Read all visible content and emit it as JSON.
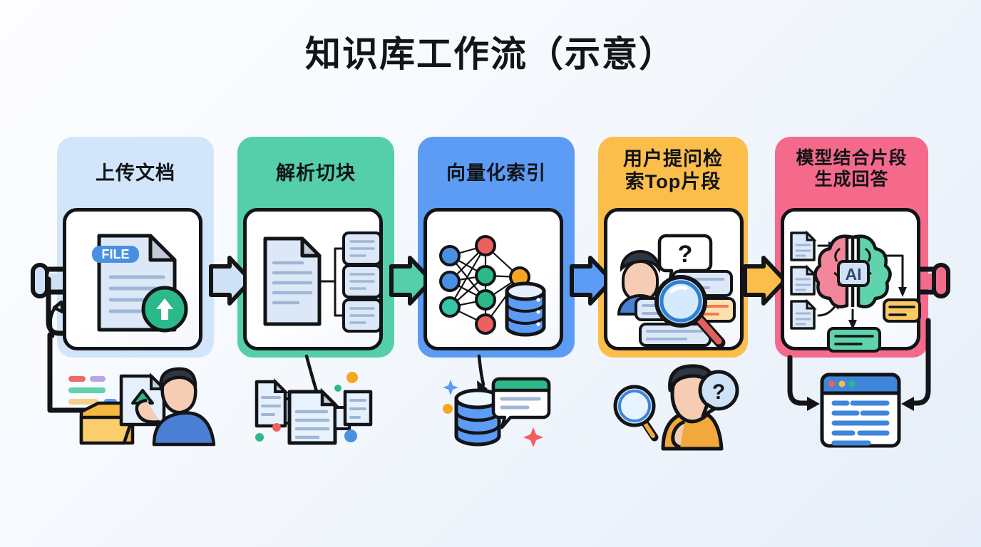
{
  "page": {
    "title": "知识库工作流（示意）",
    "background_from": "#fdfdff",
    "background_to": "#e6eef9"
  },
  "flow": {
    "left_cap_color": "#cfe1f7",
    "right_cap_color": "#f26b8a",
    "stages": [
      {
        "id": "upload",
        "label": "上传文档",
        "label_lines": [
          "上传文档"
        ],
        "band_color": "#d3e5fa",
        "accent": "#4a90e2",
        "icon_name": "file-upload-icon",
        "file_badge": "FILE",
        "caption_icon": "person-uploading-folder-icon"
      },
      {
        "id": "parse",
        "label": "解析切块",
        "label_lines": [
          "解析切块"
        ],
        "band_color": "#55ceaa",
        "accent": "#2bb98a",
        "icon_name": "document-split-chunks-icon",
        "caption_icon": "document-fragments-icon"
      },
      {
        "id": "index",
        "label": "向量化索引",
        "label_lines": [
          "向量化索引"
        ],
        "band_color": "#5d9cf5",
        "accent": "#3b7fe0",
        "icon_name": "neural-network-database-icon",
        "caption_icon": "database-answer-card-icon"
      },
      {
        "id": "retrieve",
        "label": "用户提问检索Top片段",
        "label_lines": [
          "用户提问检",
          "索Top片段"
        ],
        "band_color": "#fbbe4b",
        "accent": "#f0a429",
        "icon_name": "user-question-search-icon",
        "caption_icon": "thinking-person-magnifier-icon"
      },
      {
        "id": "generate",
        "label": "模型结合片段生成回答",
        "label_lines": [
          "模型结合片段",
          "生成回答"
        ],
        "band_color": "#f56a8b",
        "accent": "#e8567a",
        "icon_name": "ai-brain-answer-icon",
        "badge": "AI",
        "caption_icon": "browser-answer-window-icon"
      }
    ],
    "connectors": [
      {
        "name": "arrow-upload-to-parse",
        "color": "#cfe1f7"
      },
      {
        "name": "arrow-parse-to-index",
        "color": "#55ceaa"
      },
      {
        "name": "arrow-index-to-retrieve",
        "color": "#5d9cf5"
      },
      {
        "name": "arrow-retrieve-to-generate",
        "color": "#fbbe4b"
      }
    ]
  },
  "palette": {
    "ink": "#121417",
    "doc_fill": "#dce8f7",
    "doc_line": "#9fb7d4",
    "blue": "#4a90e2",
    "green": "#2bb98a",
    "orange": "#f5a623",
    "red": "#ef5f5f",
    "pink": "#f56a8b",
    "skin": "#f6cdb4",
    "hair": "#2f3542",
    "shirt_blue": "#4a7fd4",
    "shirt_orange": "#f2a93b"
  }
}
